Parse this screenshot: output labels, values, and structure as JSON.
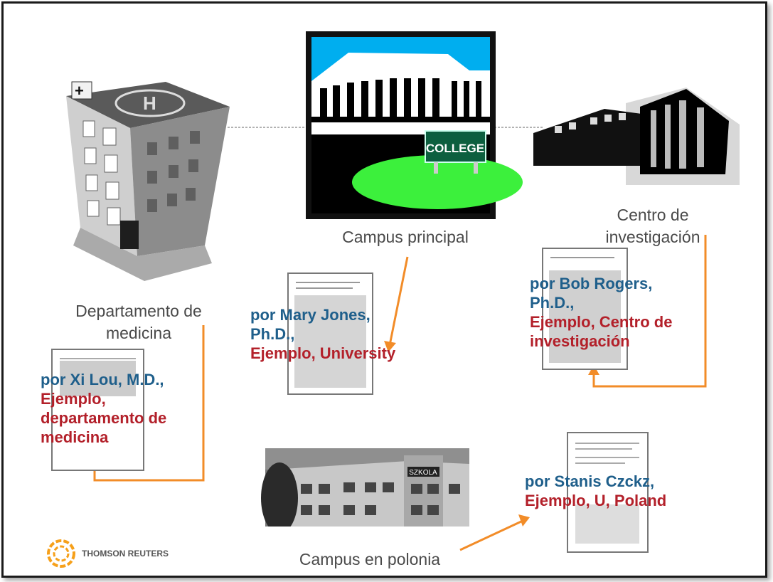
{
  "nodes": {
    "hospital": {
      "label_line1": "Departamento de",
      "label_line2": "medicina"
    },
    "campus_main": {
      "label": "Campus principal",
      "sign": "COLLEGE"
    },
    "research": {
      "label_line1": "Centro de",
      "label_line2": "investigación"
    },
    "poland": {
      "label": "Campus en polonia",
      "sign": "SZKOLA"
    }
  },
  "authors": {
    "xi_lou": {
      "name": "por Xi Lou, M.D.,",
      "inst": [
        "Ejemplo,",
        "departamento de",
        "medicina"
      ]
    },
    "mary_jones": {
      "name": [
        "por Mary Jones,",
        "Ph.D.,"
      ],
      "inst": "Ejemplo, University"
    },
    "bob_rogers": {
      "name": [
        "por Bob Rogers,",
        "Ph.D.,"
      ],
      "inst": [
        "Ejemplo, Centro de",
        "investigación"
      ]
    },
    "stanis": {
      "name": "por Stanis Czckz,",
      "inst": "Ejemplo, U, Poland"
    }
  },
  "brand": {
    "logo_text": "THOMSON REUTERS"
  },
  "colors": {
    "arrow": "#f28c28",
    "author_name": "#1f5f8b",
    "institution": "#b3202a",
    "label": "#4a4a4a"
  }
}
